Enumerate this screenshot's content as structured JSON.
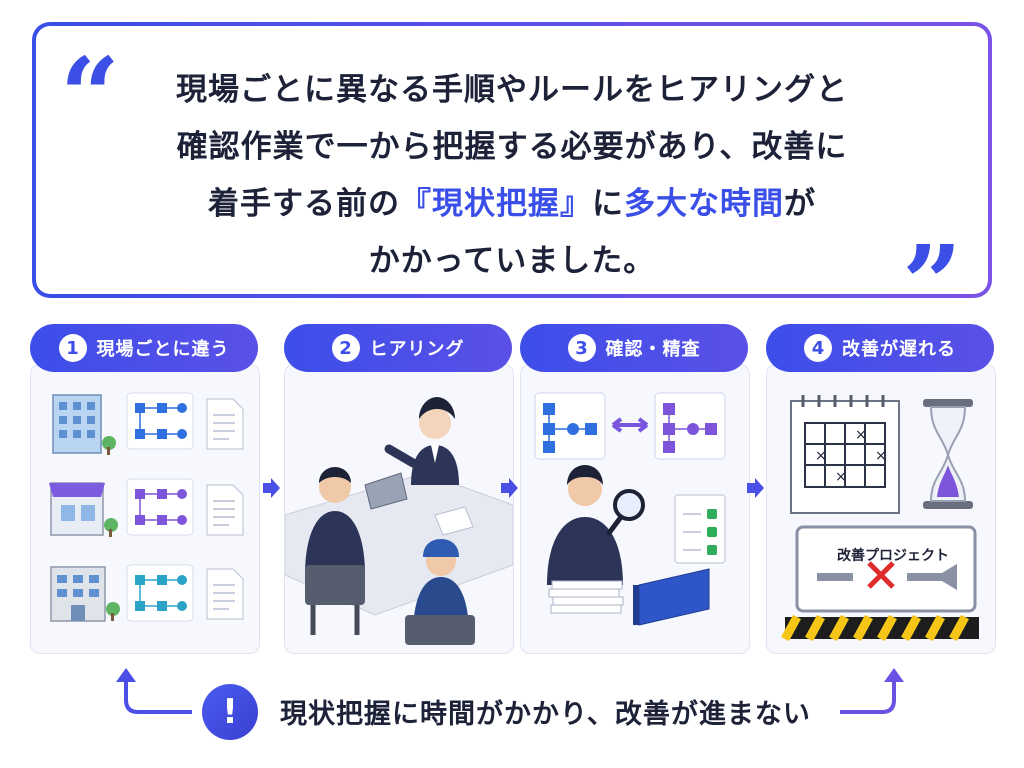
{
  "quote": {
    "line1": "現場ごとに異なる手順やルールをヒアリングと",
    "line2": "確認作業で一から把握する必要があり、改善に",
    "line3_a": "着手する前の",
    "line3_hl1": "『現状把握』",
    "line3_b": "に",
    "line3_hl2": "多大な時間",
    "line3_c": "が",
    "line4": "かかっていました。",
    "open_mark": "“",
    "close_mark": "”"
  },
  "steps": [
    {
      "num": "1",
      "title": "現場ごとに違う"
    },
    {
      "num": "2",
      "title": "ヒアリング"
    },
    {
      "num": "3",
      "title": "確認・精査"
    },
    {
      "num": "4",
      "title": "改善が遅れる"
    }
  ],
  "sign_label": "改善プロジェクト",
  "bottom": {
    "icon": "!",
    "message": "現状把握に時間がかかり、改善が進まない"
  },
  "colors": {
    "accent": "#3a4ee8",
    "purple": "#7a52e6",
    "check": "#2fae5a",
    "cross": "#e02b2b"
  }
}
